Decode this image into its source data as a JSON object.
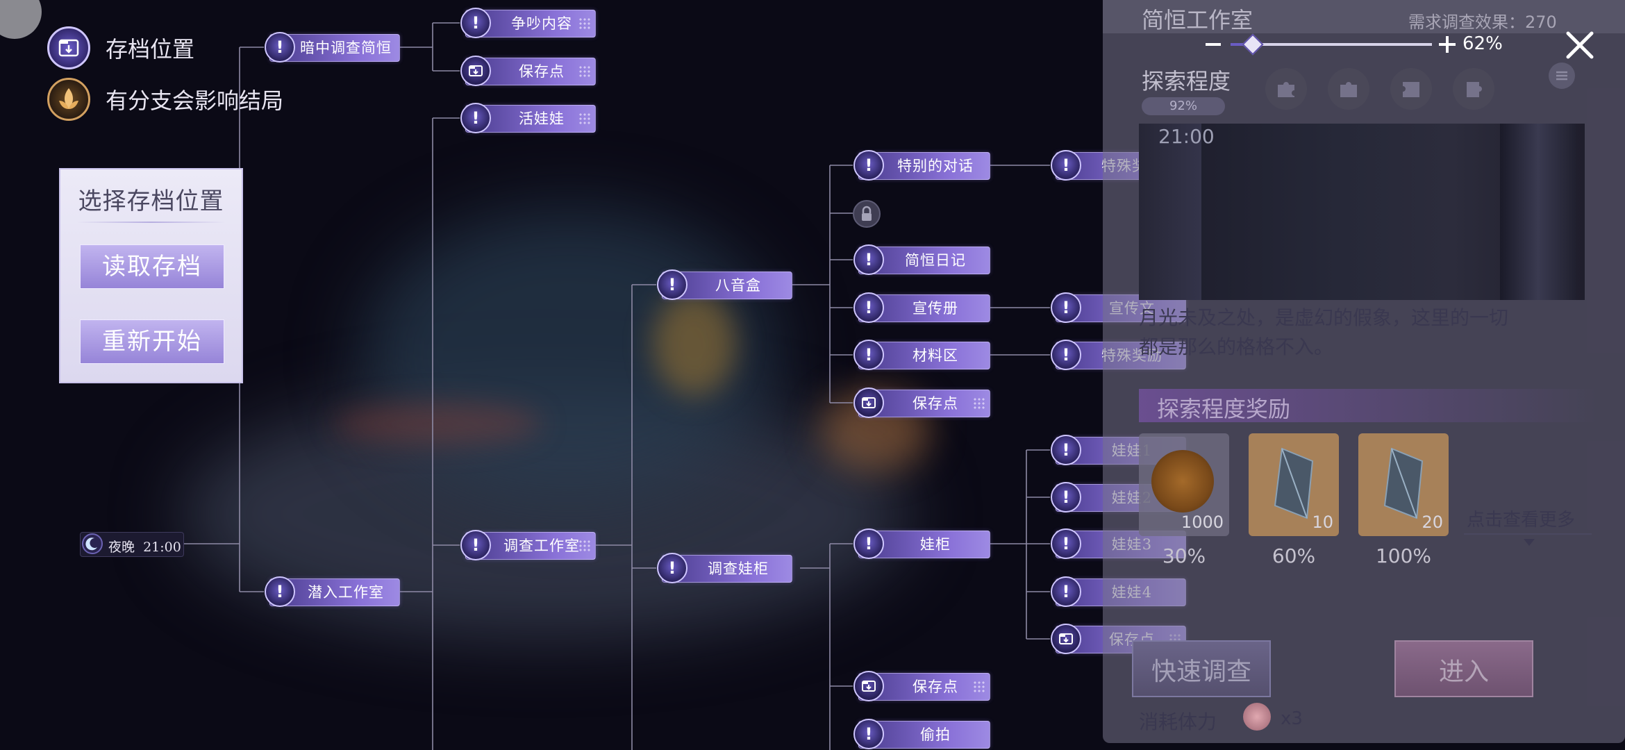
{
  "legend": {
    "save_location": "存档位置",
    "branch_note": "有分支会影响结局"
  },
  "save_menu": {
    "title": "选择存档位置",
    "load_button": "读取存档",
    "restart_button": "重新开始"
  },
  "time_marker": "夜晚  21:00",
  "nodes": {
    "secret_investigate": "暗中调查简恒",
    "argument": "争吵内容",
    "save_1": "保存点",
    "living_doll": "活娃娃",
    "sneak_studio": "潜入工作室",
    "investigate_studio": "调查工作室",
    "music_box": "八音盒",
    "special_talk": "特别的对话",
    "special_reward_1": "特殊奖励",
    "diary": "简恒日记",
    "brochure": "宣传册",
    "promo_text": "宣传文",
    "material_area": "材料区",
    "special_reward_2": "特殊奖励",
    "save_2": "保存点",
    "investigate_cabinet": "调查娃柜",
    "doll_cabinet": "娃柜",
    "doll_1": "娃娃1",
    "doll_2": "娃娃2",
    "doll_3": "娃娃3",
    "doll_4": "娃娃4",
    "save_3": "保存点",
    "save_4": "保存点",
    "sneak_photo": "偷拍"
  },
  "panel": {
    "title": "简恒工作室",
    "requirement": "需求调查效果：270",
    "zoom_label": "62%",
    "zoom_value": 0.62,
    "progress_label": "探索程度",
    "progress_value": "92%",
    "scene_time": "21:00",
    "description_line1": "月光未及之处，是虚幻的假象，这里的一切",
    "description_line2": "都是那么的格格不入。",
    "reward_header": "探索程度奖励",
    "rewards": [
      {
        "count": "1000",
        "threshold": "30%"
      },
      {
        "count": "10",
        "threshold": "60%"
      },
      {
        "count": "20",
        "threshold": "100%"
      }
    ],
    "more_link": "点击查看更多",
    "quick_button": "快速调查",
    "enter_button": "进入",
    "stamina_label": "消耗体力",
    "stamina_cost": "x3"
  },
  "icons": {
    "close": "close-icon",
    "minus": "minus-icon",
    "plus": "plus-icon",
    "puzzle": "puzzle-icon",
    "lock": "lock-icon",
    "save": "save-folder-icon",
    "alert": "exclamation-icon",
    "moon": "moon-icon",
    "branch": "branch-leaf-icon"
  },
  "colors": {
    "node_start": "#4a3c8e",
    "node_end": "#9d8ae3",
    "accent": "#cfc6ff"
  }
}
